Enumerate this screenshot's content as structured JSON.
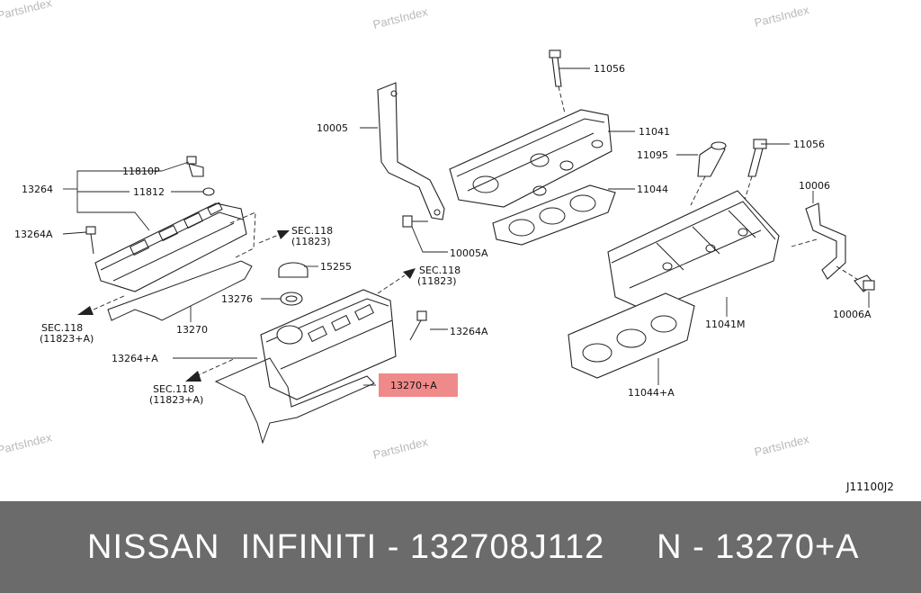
{
  "watermark": "PartsIndex",
  "diagram_code": "J11100J2",
  "highlight_color": "#f08a8a",
  "banner": {
    "text": "NISSAN  INFINITI - 132708J112     N - 13270+A",
    "background": "#6b6b6b"
  },
  "callouts": {
    "p11056_top": "11056",
    "p10005": "10005",
    "p11041": "11041",
    "p11095": "11095",
    "p11056_right": "11056",
    "p11044": "11044",
    "p10006": "10006",
    "p11810p": "11810P",
    "p13264": "13264",
    "p11812": "11812",
    "p13264a_left": "13264A",
    "sec118_a_1": "SEC.118",
    "sec118_a_2": "(11823)",
    "p10005a": "10005A",
    "p15255": "15255",
    "sec118_b_1": "SEC.118",
    "sec118_b_2": "(11823)",
    "p13276": "13276",
    "p13264a_mid": "13264A",
    "sec118_c_1": "SEC.118",
    "sec118_c_2": "(11823+A)",
    "p13270": "13270",
    "p11041m": "11041M",
    "p10006a": "10006A",
    "p13264_plus_a": "13264+A",
    "p13270_plus_a": "13270+A",
    "sec118_d_1": "SEC.118",
    "sec118_d_2": "(11823+A)",
    "p11044_plus_a": "11044+A"
  }
}
